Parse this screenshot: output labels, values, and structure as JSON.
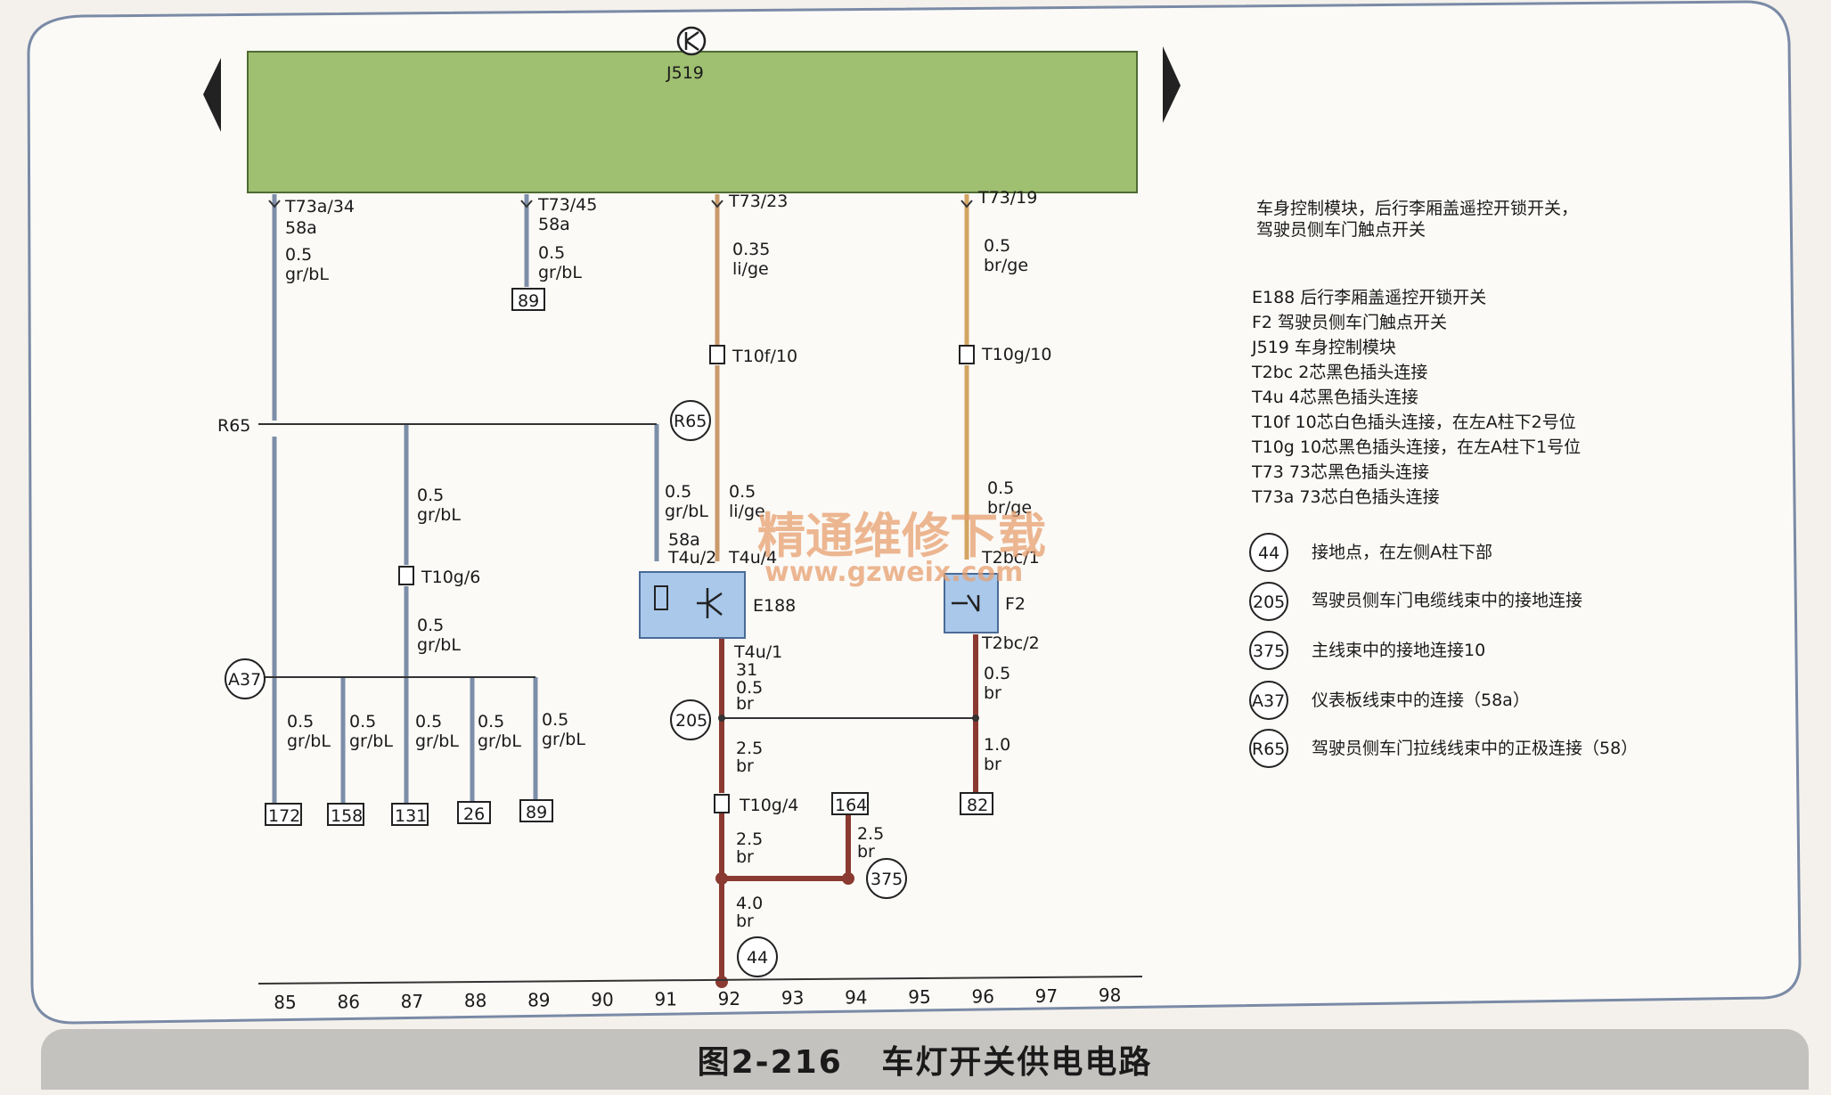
{
  "colors": {
    "module_fill": "#9fbf71",
    "wire_gray_blue": "#7c8ea8",
    "wire_brown": "#8a3a30",
    "wire_lilac_yellow": "#c99a6c",
    "wire_brown_yellow": "#d4a462",
    "component_fill": "#a9c8ea",
    "frame": "#7a8aa6"
  },
  "module": {
    "label": "J519"
  },
  "pins": {
    "p1": {
      "name": "T73a/34",
      "term": "58a",
      "size": "0.5",
      "color": "gr/bL"
    },
    "p2": {
      "name": "T73/45",
      "term": "58a",
      "size": "0.5",
      "color": "gr/bL",
      "ref": "89"
    },
    "p3": {
      "name": "T73/23",
      "size": "0.35",
      "color": "li/ge"
    },
    "p4": {
      "name": "T73/19",
      "size": "0.5",
      "color": "br/ge"
    }
  },
  "connectors": {
    "t10f10": "T10f/10",
    "t10g10": "T10g/10",
    "t10g6": "T10g/6",
    "t10g4": "T10g/4",
    "t4u2": "T4u/2",
    "t4u4": "T4u/4",
    "t4u1": "T4u/1",
    "t2bc1": "T2bc/1",
    "t2bc2": "T2bc/2"
  },
  "wires": {
    "r65_label": "R65",
    "mid_size": "0.5",
    "mid_color": "gr/bL",
    "mid2_size": "0.5",
    "mid2_color": "gr/bL",
    "e188_in1_size": "0.5",
    "e188_in1_color": "gr/bL",
    "e188_in1_term": "58a",
    "e188_in2_size": "0.5",
    "e188_in2_color": "li/ge",
    "f2_in_size": "0.5",
    "f2_in_color": "br/ge",
    "e188_out_term": "31",
    "e188_out_size": "0.5",
    "e188_out_color": "br",
    "f2_out_size": "0.5",
    "f2_out_color": "br",
    "f2_out2_size": "1.0",
    "f2_out2_color": "br",
    "mid_brown_size": "2.5",
    "mid_brown_color": "br",
    "low_brown_size": "2.5",
    "low_brown_color": "br",
    "w164_size": "2.5",
    "w164_color": "br",
    "ground_size": "4.0",
    "ground_color": "br",
    "branch": [
      {
        "size": "0.5",
        "color": "gr/bL",
        "ref": "172"
      },
      {
        "size": "0.5",
        "color": "gr/bL",
        "ref": "158"
      },
      {
        "size": "0.5",
        "color": "gr/bL",
        "ref": "131"
      },
      {
        "size": "0.5",
        "color": "gr/bL",
        "ref": "26"
      },
      {
        "size": "0.5",
        "color": "gr/bL",
        "ref": "89"
      }
    ],
    "ref_82": "82",
    "ref_164": "164"
  },
  "components": {
    "e188": "E188",
    "f2": "F2"
  },
  "nodes": {
    "r65": "R65",
    "a37": "A37",
    "n205": "205",
    "n375": "375",
    "n44": "44"
  },
  "axis": [
    "85",
    "86",
    "87",
    "88",
    "89",
    "90",
    "91",
    "92",
    "93",
    "94",
    "95",
    "96",
    "97",
    "98"
  ],
  "legend": {
    "header": [
      "车身控制模块，后行李厢盖遥控开锁开关，",
      "驾驶员侧车门触点开关"
    ],
    "items": [
      "E188  后行李厢盖遥控开锁开关",
      "F2  驾驶员侧车门触点开关",
      "J519  车身控制模块",
      "T2bc  2芯黑色插头连接",
      "T4u  4芯黑色插头连接",
      "T10f  10芯白色插头连接，在左A柱下2号位",
      "T10g  10芯黑色插头连接，在左A柱下1号位",
      "T73  73芯黑色插头连接",
      "T73a  73芯白色插头连接"
    ],
    "nodes": [
      {
        "id": "44",
        "text": "接地点，在左侧A柱下部"
      },
      {
        "id": "205",
        "text": "驾驶员侧车门电缆线束中的接地连接"
      },
      {
        "id": "375",
        "text": "主线束中的接地连接10"
      },
      {
        "id": "A37",
        "text": "仪表板线束中的连接（58a）"
      },
      {
        "id": "R65",
        "text": "驾驶员侧车门拉线线束中的正极连接（58）"
      }
    ]
  },
  "watermark": {
    "text": "精通维修下载",
    "url": "www.gzweix.com"
  },
  "caption": "图2-216   车灯开关供电电路"
}
